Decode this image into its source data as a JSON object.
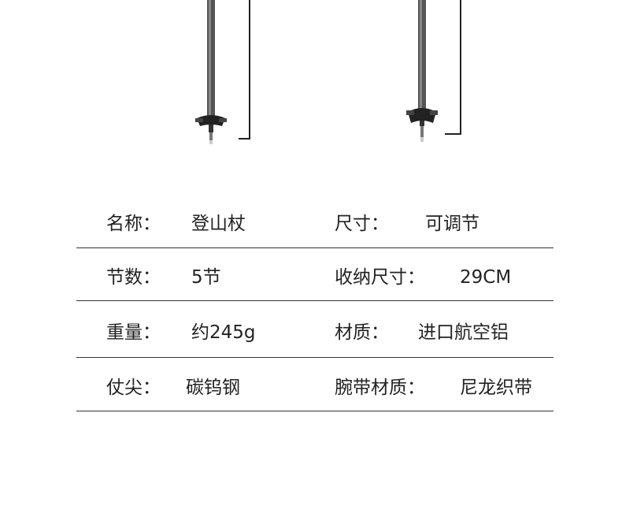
{
  "specs": {
    "rows": [
      {
        "label1": "名称：",
        "value1": "登山杖",
        "label2": "尺寸：",
        "value2": "可调节"
      },
      {
        "label1": "节数：",
        "value1": "5节",
        "label2": "收纳尺寸：",
        "value2": "29CM"
      },
      {
        "label1": "重量：",
        "value1": "约245g",
        "label2": "材质：",
        "value2": "进口航空铝"
      },
      {
        "label1": "仗尖：",
        "value1": "碳钨钢",
        "label2": "腕带材质：",
        "value2": "尼龙织带"
      }
    ]
  }
}
